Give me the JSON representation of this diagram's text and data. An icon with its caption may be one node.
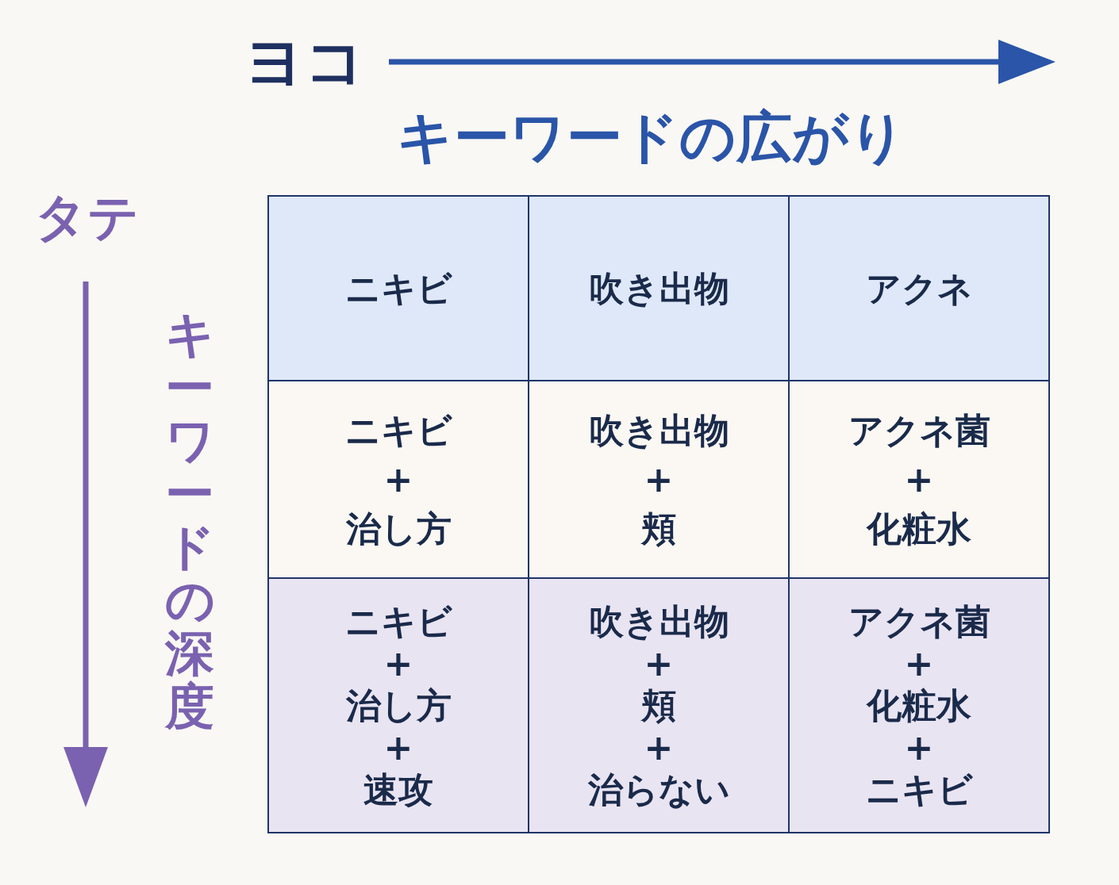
{
  "diagram": {
    "labels": [
      "ヨコ",
      "キーワードの広がり",
      "タテ",
      "キーワードの深度",
      "ニキビ",
      "吹き出物",
      "アクネ",
      "ニキビ+治し方",
      "吹き出物+頬",
      "アクネ菌+化粧水",
      "ニキビ+治し方+速攻",
      "吹き出物+頬+治らない",
      "アクネ菌+化粧水+ニキビ"
    ]
  }
}
